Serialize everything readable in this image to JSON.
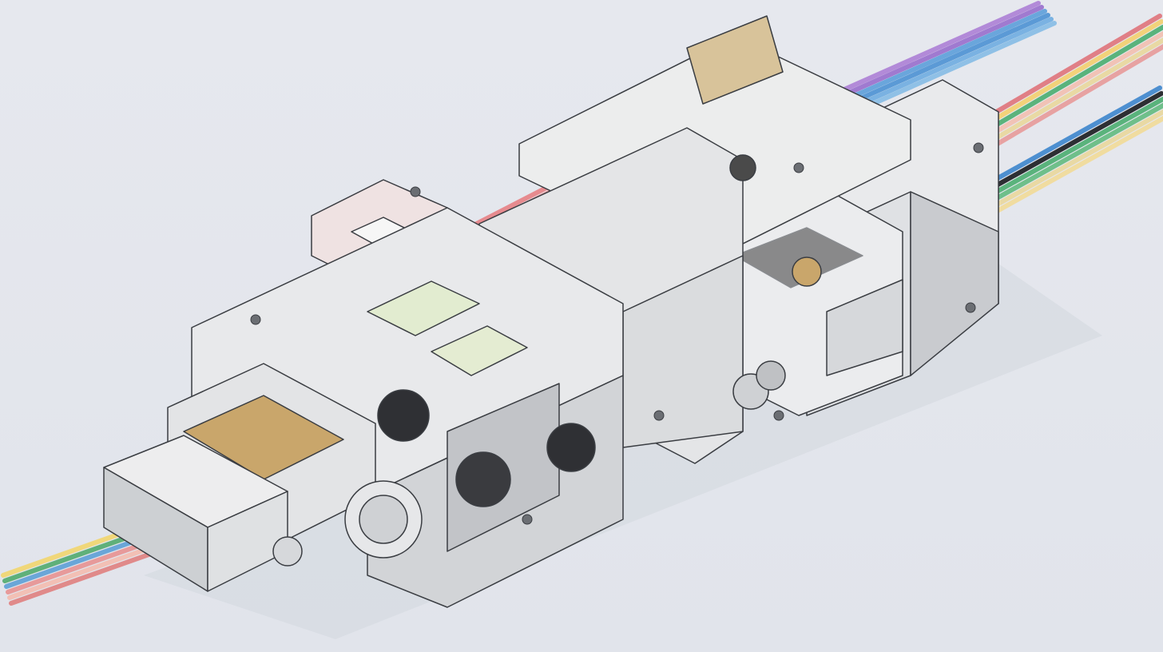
{
  "colors": {
    "background": "#e4e7ee",
    "housing": "#e9eaec",
    "housing_side": "#c9cbcf",
    "housing_dark": "#9a9da3",
    "outline": "#3a3d42",
    "brass": "#c9a66b",
    "pcb_green": "#e4ecd2"
  },
  "wire_bundles": [
    {
      "name": "front-left",
      "colors": [
        "#f0d77a",
        "#5fb07a",
        "#6aa6d8",
        "#e79a9a",
        "#f2c0b5",
        "#e08a8a"
      ]
    },
    {
      "name": "pink-top",
      "colors": [
        "#e68b8f",
        "#ee9fa2",
        "#e37b82",
        "#f0b0b2"
      ]
    },
    {
      "name": "blue-purple",
      "colors": [
        "#b28ad8",
        "#a07ad0",
        "#6aa6dc",
        "#5b9ad6",
        "#7ab2e2",
        "#8fc0e6"
      ]
    },
    {
      "name": "pastel-right",
      "colors": [
        "#e07f86",
        "#f2d27a",
        "#5ab37c",
        "#f1c3b6",
        "#e9d9a4",
        "#e7a2a2"
      ]
    },
    {
      "name": "far-right",
      "colors": [
        "#4d8fd0",
        "#2d2f33",
        "#5ab37c",
        "#6fbf8a",
        "#e9d9a4",
        "#f0dca0"
      ]
    }
  ]
}
